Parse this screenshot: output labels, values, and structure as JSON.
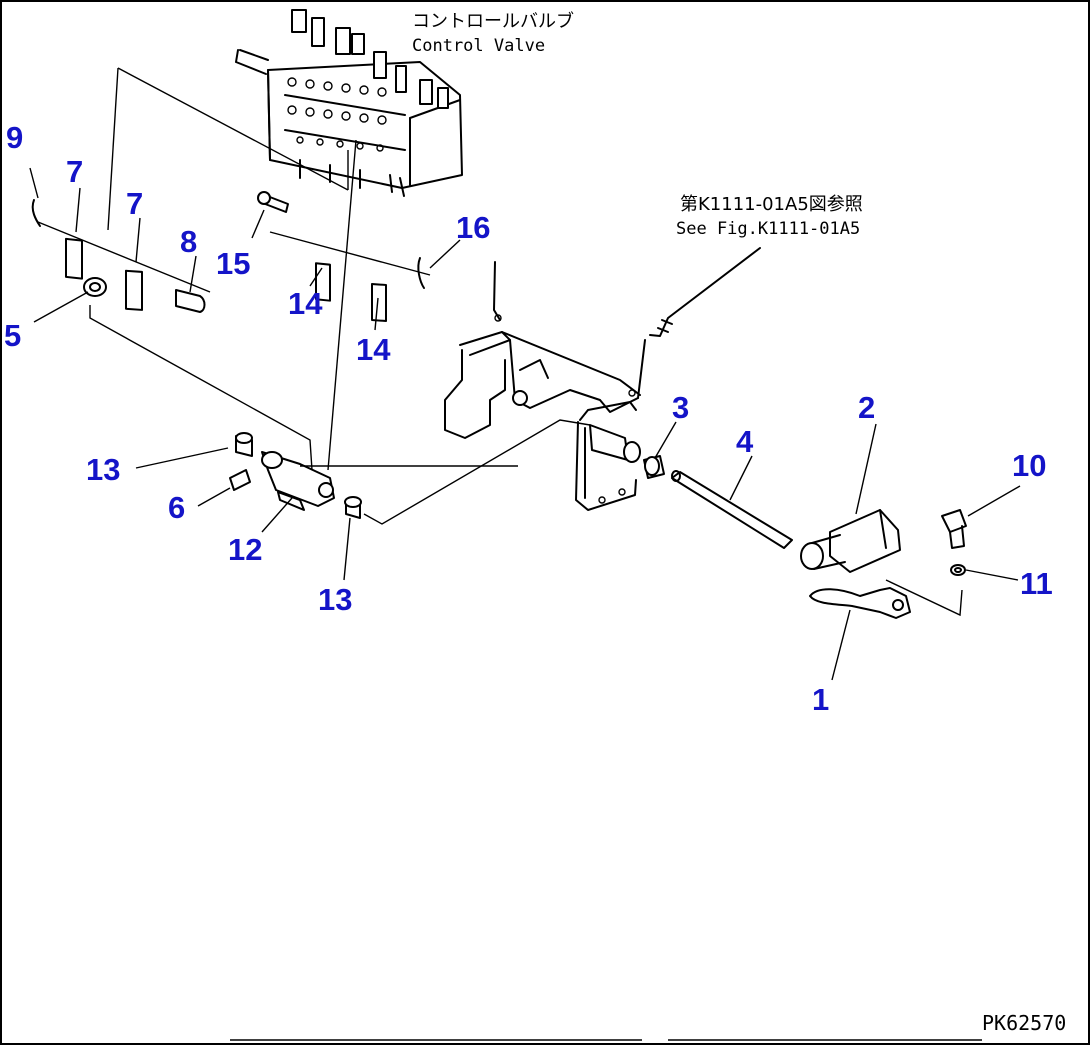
{
  "figure": {
    "code": "PK62570",
    "notes": {
      "control_valve_jp": "コントロールバルブ",
      "control_valve_en": "Control Valve",
      "ref_jp": "第K1111-01A5図参照",
      "ref_en": "See Fig.K1111-01A5"
    },
    "callouts": [
      {
        "id": "c9",
        "text": "9"
      },
      {
        "id": "c7a",
        "text": "7"
      },
      {
        "id": "c7b",
        "text": "7"
      },
      {
        "id": "c8",
        "text": "8"
      },
      {
        "id": "c15",
        "text": "15"
      },
      {
        "id": "c16",
        "text": "16"
      },
      {
        "id": "c14a",
        "text": "14"
      },
      {
        "id": "c14b",
        "text": "14"
      },
      {
        "id": "c5",
        "text": "5"
      },
      {
        "id": "c3",
        "text": "3"
      },
      {
        "id": "c2",
        "text": "2"
      },
      {
        "id": "c4",
        "text": "4"
      },
      {
        "id": "c10",
        "text": "10"
      },
      {
        "id": "c13a",
        "text": "13"
      },
      {
        "id": "c6",
        "text": "6"
      },
      {
        "id": "c12",
        "text": "12"
      },
      {
        "id": "c13b",
        "text": "13"
      },
      {
        "id": "c11",
        "text": "11"
      },
      {
        "id": "c1",
        "text": "1"
      }
    ]
  }
}
